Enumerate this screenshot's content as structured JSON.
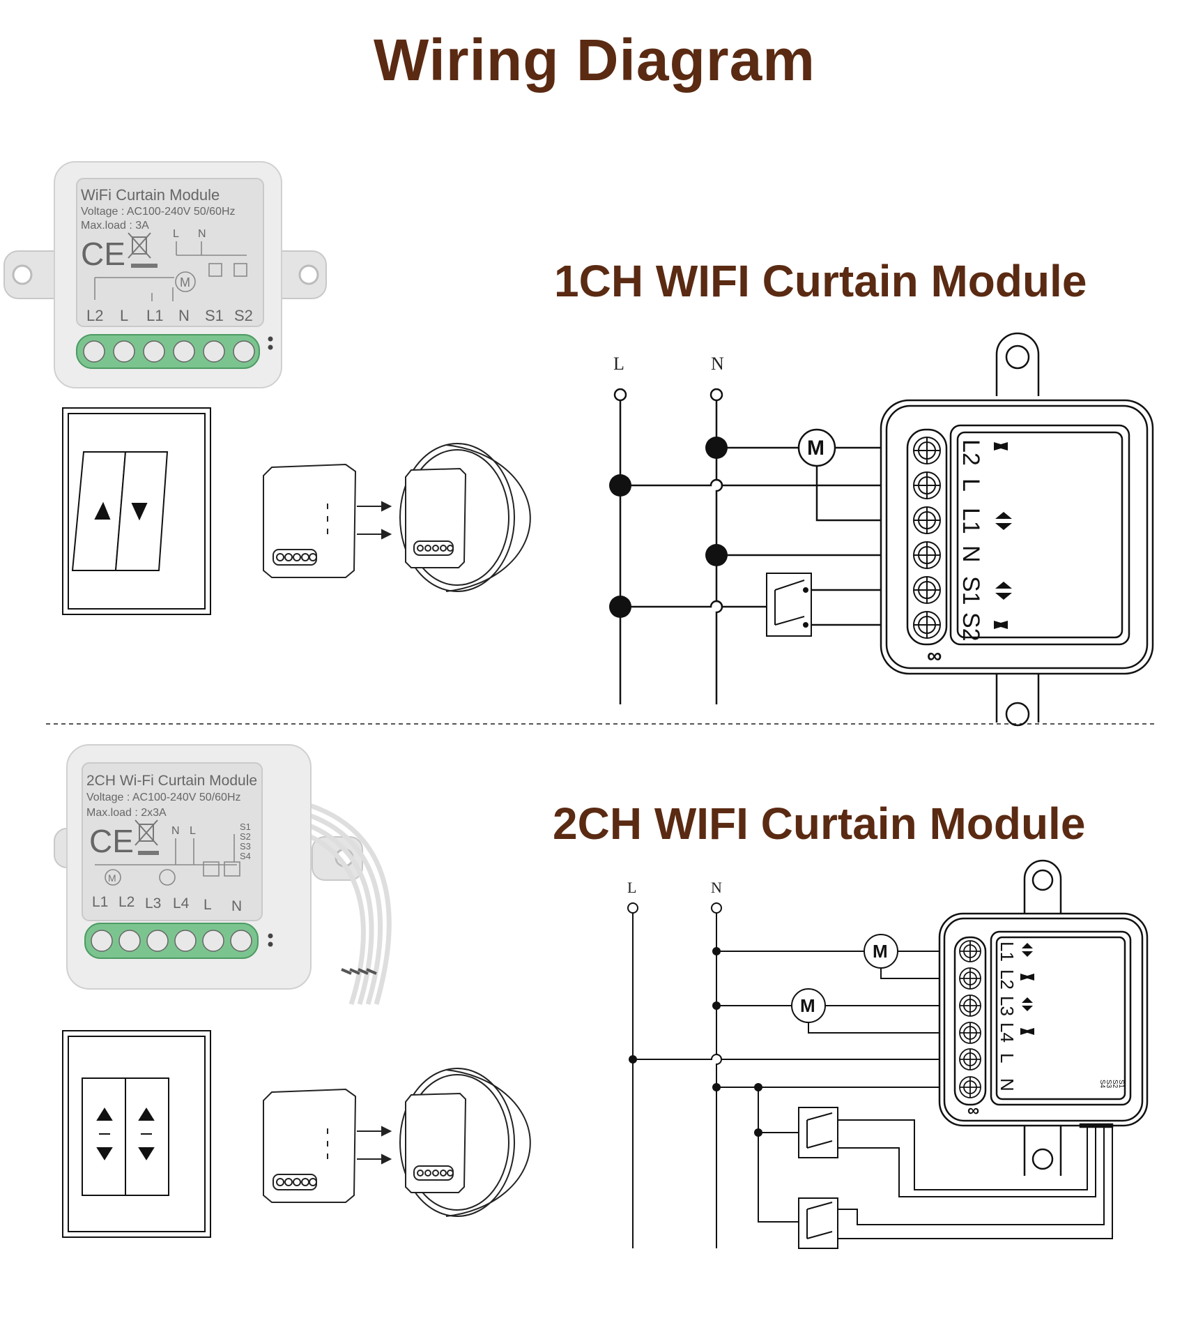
{
  "page": {
    "title": "Wiring Diagram",
    "title_color": "#5a2a12",
    "accent_green": "#7cc48f"
  },
  "section_1ch": {
    "heading": "1CH WIFI Curtain Module",
    "device": {
      "label": "WiFi Curtain Module",
      "voltage": "Voltage : AC100-240V 50/60Hz",
      "max_load": "Max.load : 3A",
      "terminals": [
        "L2",
        "L",
        "L1",
        "N",
        "S1",
        "S2"
      ],
      "symbol_labels": [
        "L",
        "N"
      ],
      "motor_symbol": "M"
    },
    "diagram": {
      "line_labels": [
        "L",
        "N"
      ],
      "motor_label": "M",
      "terminal_labels": [
        "L2",
        "L",
        "L1",
        "N",
        "S1",
        "S2"
      ],
      "logo_mark": "∞"
    }
  },
  "section_2ch": {
    "heading": "2CH WIFI Curtain Module",
    "device": {
      "label": "2CH Wi-Fi Curtain Module",
      "voltage": "Voltage : AC100-240V 50/60Hz",
      "max_load": "Max.load : 2x3A",
      "terminals": [
        "L1",
        "L2",
        "L3",
        "L4",
        "L",
        "N"
      ],
      "switch_terminals": [
        "S1",
        "S2",
        "S3",
        "S4"
      ],
      "symbol_labels": [
        "N",
        "L"
      ],
      "motor_symbol": "M"
    },
    "diagram": {
      "line_labels": [
        "L",
        "N"
      ],
      "motor_labels": [
        "M",
        "M"
      ],
      "terminal_labels": [
        "L1",
        "L2",
        "L3",
        "L4",
        "L",
        "N"
      ],
      "switch_labels": [
        "S1",
        "S2",
        "S3",
        "S4"
      ],
      "logo_mark": "∞"
    }
  }
}
